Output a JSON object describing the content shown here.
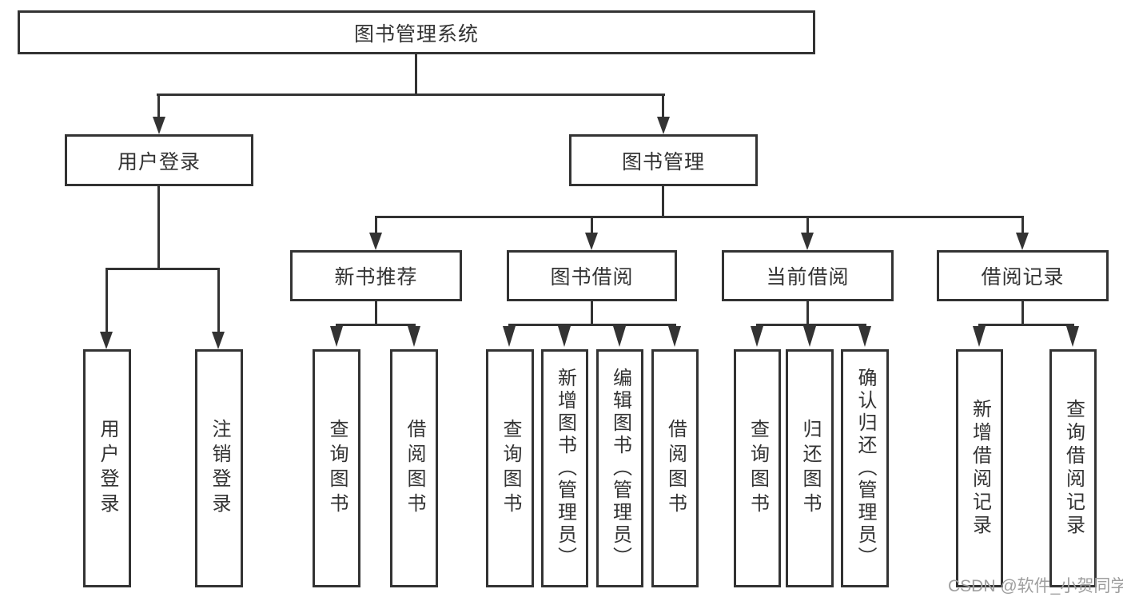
{
  "nodes": {
    "root": "图书管理系统",
    "user_login": "用户登录",
    "book_management": "图书管理",
    "new_book_recommend": "新书推荐",
    "book_borrow": "图书借阅",
    "current_borrow": "当前借阅",
    "borrow_records": "借阅记录",
    "leaf_user_login": "用户登录",
    "leaf_logout": "注销登录",
    "leaf_nb_search_books": "查询图书",
    "leaf_nb_borrow_books": "借阅图书",
    "leaf_bb_search_books": "查询图书",
    "leaf_bb_add_books_admin": "新增图书（管理员）",
    "leaf_bb_edit_books_admin": "编辑图书（管理员）",
    "leaf_bb_borrow_books": "借阅图书",
    "leaf_cb_search_books": "查询图书",
    "leaf_cb_return_books": "归还图书",
    "leaf_cb_confirm_return_admin": "确认归还（管理员）",
    "leaf_br_add_record": "新增借阅记录",
    "leaf_br_search_record": "查询借阅记录"
  },
  "watermark": "CSDN @软件_小贺同学",
  "colors": {
    "line": "#333333",
    "text": "#333333",
    "box_background": "#ffffff",
    "page_background": "#ffffff",
    "watermark": "#9e9e9e"
  }
}
